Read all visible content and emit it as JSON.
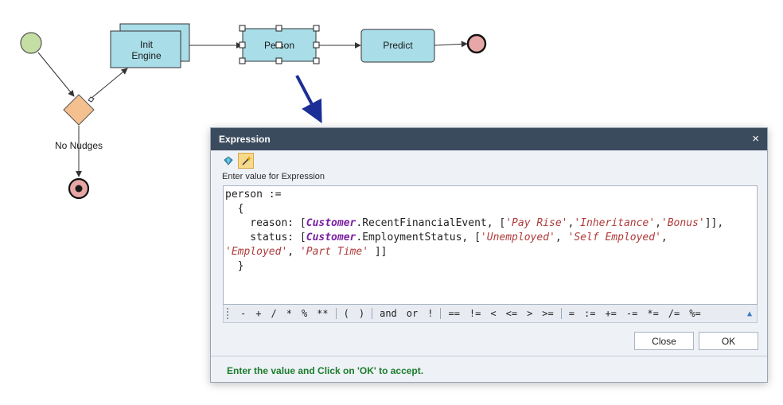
{
  "workflow": {
    "init_engine_label": [
      "Init",
      "Engine"
    ],
    "person_label": "Person",
    "predict_label": "Predict",
    "gateway_label": "No Nudges"
  },
  "dialog": {
    "title": "Expression",
    "close_icon": "×",
    "prompt": "Enter value for Expression",
    "code_lines": [
      "person :=",
      "  {",
      "    reason: [Customer.RecentFinancialEvent, ['Pay Rise','Inheritance','Bonus']],",
      "    status: [Customer.EmploymentStatus, ['Unemployed', 'Self Employed',",
      "'Employed', 'Part Time' ]]",
      "  }"
    ],
    "operators": [
      "-",
      "+",
      "/",
      "*",
      "%",
      "**",
      "|",
      "(",
      ")",
      "|",
      "and",
      "or",
      "!",
      "|",
      "==",
      "!=",
      "<",
      "<=",
      ">",
      ">=",
      "|",
      "=",
      ":=",
      "+=",
      "-=",
      "*=",
      "/=",
      "%="
    ],
    "close_button": "Close",
    "ok_button": "OK",
    "status": "Enter the value and Click on 'OK' to accept."
  },
  "colors": {
    "start_fill": "#c5dea3",
    "task_fill": "#a9dde8",
    "gateway_fill": "#f5c08f",
    "end_fill": "#e8a7a7",
    "arrow_big": "#1c2f96",
    "titlebar": "#3b4b5e",
    "status_text": "#1b7d2c",
    "code_class": "#7a1fa2",
    "code_string": "#b03a3a"
  },
  "icons": {
    "toolbar": [
      "gem-icon",
      "wand-icon"
    ]
  }
}
